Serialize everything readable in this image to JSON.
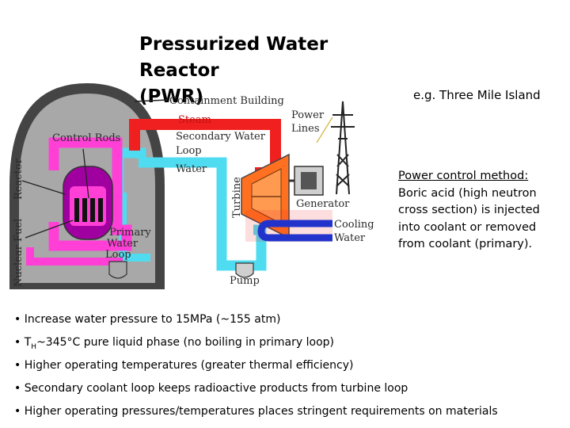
{
  "title": {
    "line1": "Pressurized Water Reactor",
    "line2": "(PWR)"
  },
  "example": "e.g. Three Mile Island",
  "method": {
    "heading": "Power control method:",
    "body": "Boric acid (high neutron cross section) is injected into coolant or removed from coolant (primary)."
  },
  "diagram": {
    "containment_building": "Containment Building",
    "steam": "Steam",
    "power_lines": [
      "Power",
      "Lines"
    ],
    "control_rods": "Control Rods",
    "secondary_loop": [
      "Secondary Water",
      "Loop"
    ],
    "water": "Water",
    "turbine": "Turbine",
    "reactor": "Reactor",
    "generator": "Generator",
    "primary_loop": [
      "Primary",
      "Water",
      "Loop"
    ],
    "cooling_water": [
      "Cooling",
      "Water"
    ],
    "nuclear_fuel": "Nuclear Fuel",
    "pump": "Pump",
    "colors": {
      "primary": "#ff3fd6",
      "secondary": "#4fdcf0",
      "steam": "#f02020",
      "cooling": "#2233cc",
      "building": "#a8a8a8",
      "reactor": "#a000a0"
    }
  },
  "bullets": [
    "Increase water pressure to 15MPa (~155 atm)",
    "~345°C pure liquid phase (no boiling in primary loop)",
    "Higher operating temperatures (greater thermal efficiency)",
    "Secondary coolant loop keeps radioactive products from turbine loop",
    "Higher operating pressures/temperatures places stringent requirements on materials"
  ],
  "bullet2_symbol": {
    "main": "T",
    "sub": "H"
  }
}
